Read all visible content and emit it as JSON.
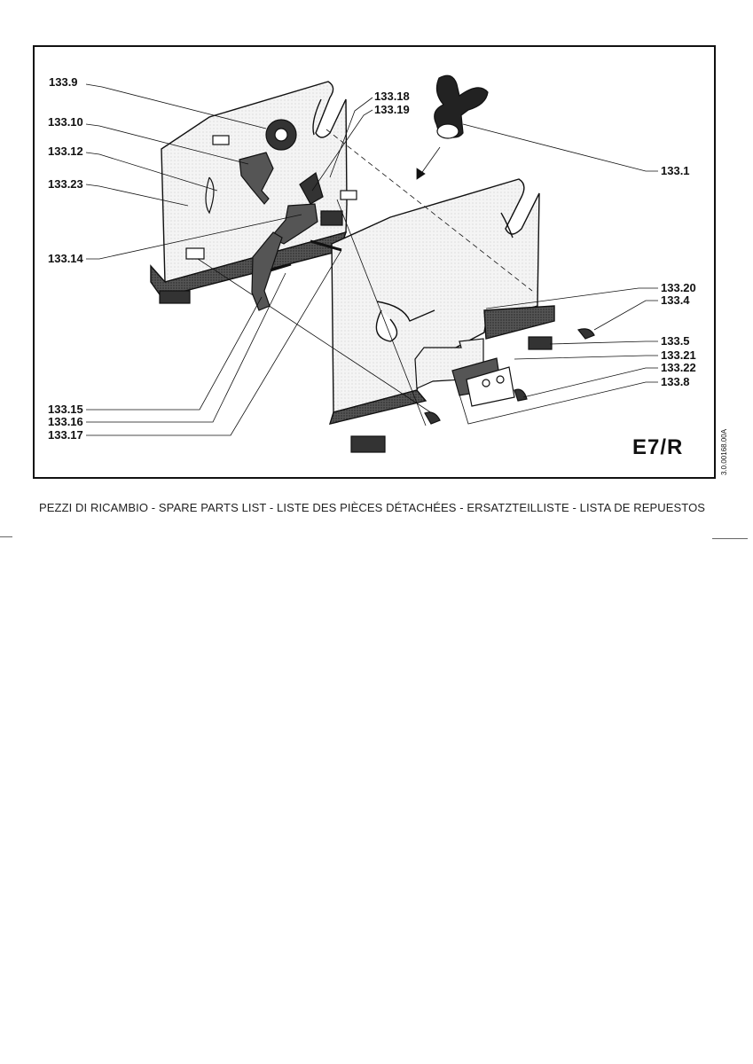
{
  "diagram": {
    "sheet_code": "E7/R",
    "side_code": "3.0.00168.00A",
    "footer_title": "PEZZI DI RICAMBIO - SPARE PARTS LIST - LISTE DES PIÈCES DÉTACHÉES - ERSATZTEILLISTE - LISTA DE REPUESTOS",
    "part_labels": {
      "p133_9": "133.9",
      "p133_10": "133.10",
      "p133_12": "133.12",
      "p133_23": "133.23",
      "p133_14": "133.14",
      "p133_15": "133.15",
      "p133_16": "133.16",
      "p133_17": "133.17",
      "p133_18": "133.18",
      "p133_19": "133.19",
      "p133_1": "133.1",
      "p133_20": "133.20",
      "p133_4": "133.4",
      "p133_5": "133.5",
      "p133_21": "133.21",
      "p133_22": "133.22",
      "p133_8": "133.8"
    }
  }
}
